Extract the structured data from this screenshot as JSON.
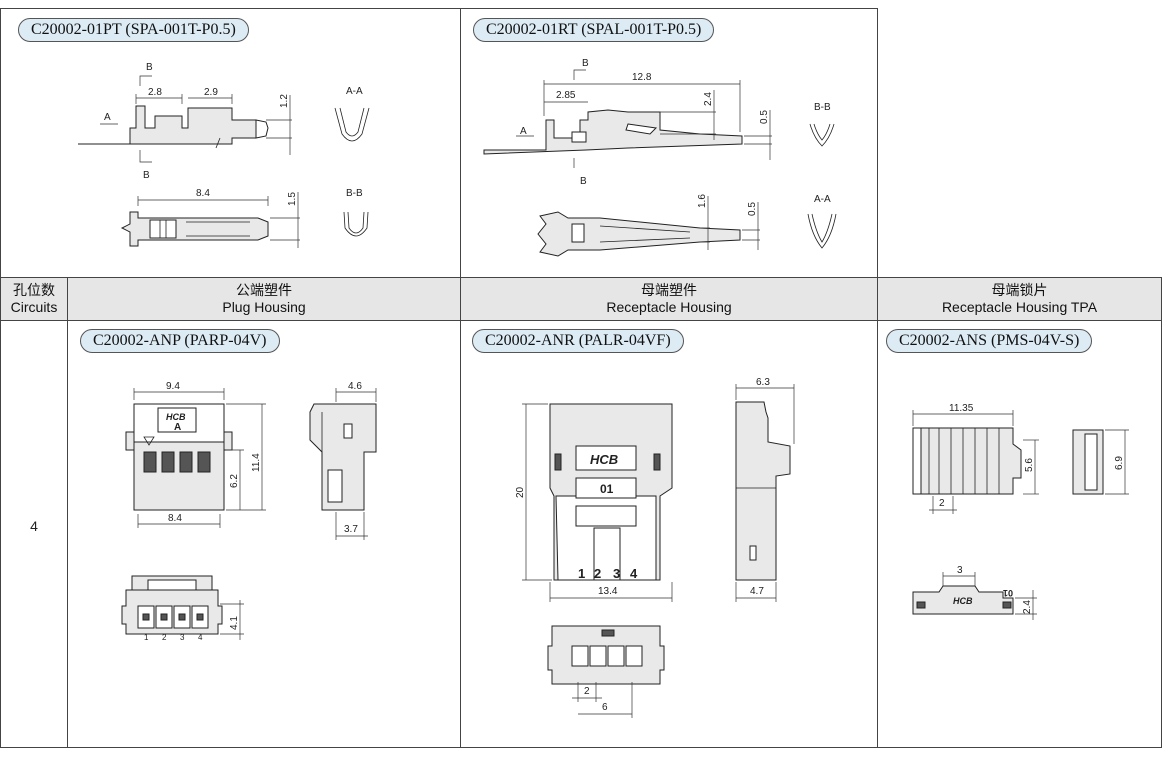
{
  "terminals": {
    "plug_terminal": {
      "part": "C20002-01PT (SPA-001T-P0.5)",
      "section_a": "A-A",
      "section_b": "B-B",
      "mark_a": "A",
      "mark_b": "B",
      "dims": {
        "d1": "2.8",
        "d2": "2.9",
        "d3": "1.2",
        "d4": "8.4",
        "d5": "1.5"
      }
    },
    "receptacle_terminal": {
      "part": "C20002-01RT (SPAL-001T-P0.5)",
      "section_a": "A-A",
      "section_b": "B-B",
      "mark_a": "A",
      "mark_b": "B",
      "dims": {
        "d1": "12.8",
        "d2": "2.85",
        "d3": "2.4",
        "d4": "0.5",
        "d5": "1.6",
        "d6": "0.5"
      }
    }
  },
  "header": {
    "circuits_cn": "孔位数",
    "circuits_en": "Circuits",
    "plug_cn": "公端塑件",
    "plug_en": "Plug Housing",
    "receptacle_cn": "母端塑件",
    "receptacle_en": "Receptacle Housing",
    "tpa_cn": "母端锁片",
    "tpa_en": "Receptacle Housing TPA"
  },
  "row": {
    "circuits": "4",
    "plug": {
      "part": "C20002-ANP (PARP-04V)",
      "logo": "HCB",
      "letter": "A",
      "pins": [
        "1",
        "2",
        "3",
        "4"
      ],
      "dims": {
        "w_top": "9.4",
        "w_bottom": "8.4",
        "h_total": "11.4",
        "h_inner": "6.2",
        "side_top": "4.6",
        "side_bottom": "3.7",
        "bottom_h": "4.1"
      }
    },
    "receptacle": {
      "part": "C20002-ANR (PALR-04VF)",
      "logo": "HCB",
      "label": "01",
      "pins": [
        "1",
        "2",
        "3",
        "4"
      ],
      "dims": {
        "height": "20",
        "width": "13.4",
        "side_top": "6.3",
        "side_bottom": "4.7",
        "pitch": "2",
        "span": "6"
      }
    },
    "tpa": {
      "part": "C20002-ANS (PMS-04V-S)",
      "logo": "HCB",
      "label": "01",
      "dims": {
        "width": "11.35",
        "height1": "5.6",
        "slot": "2",
        "height2": "6.9",
        "top": "3",
        "thick": "2.4"
      }
    }
  }
}
